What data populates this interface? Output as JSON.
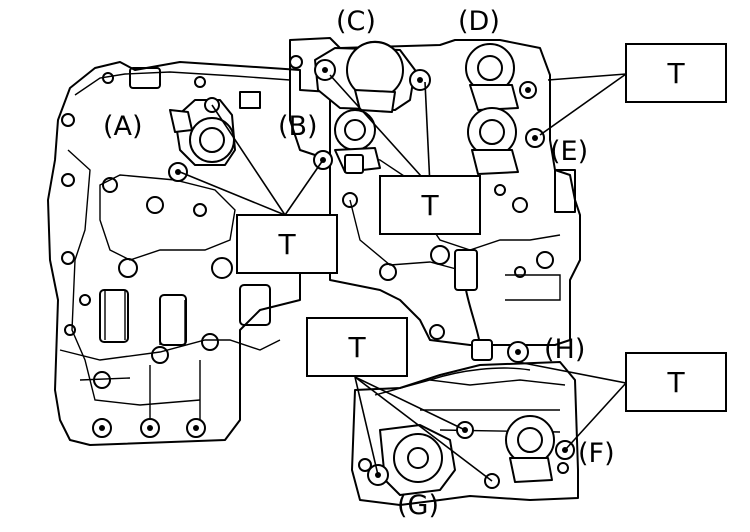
{
  "part_labels": {
    "A": "(A)",
    "B": "(B)",
    "C": "(C)",
    "D": "(D)",
    "E": "(E)",
    "F": "(F)",
    "G": "(G)",
    "H": "(H)"
  },
  "torque_marks": {
    "top_right": "T",
    "center": "T",
    "left": "T",
    "lower_center": "T",
    "lower_right": "T"
  }
}
